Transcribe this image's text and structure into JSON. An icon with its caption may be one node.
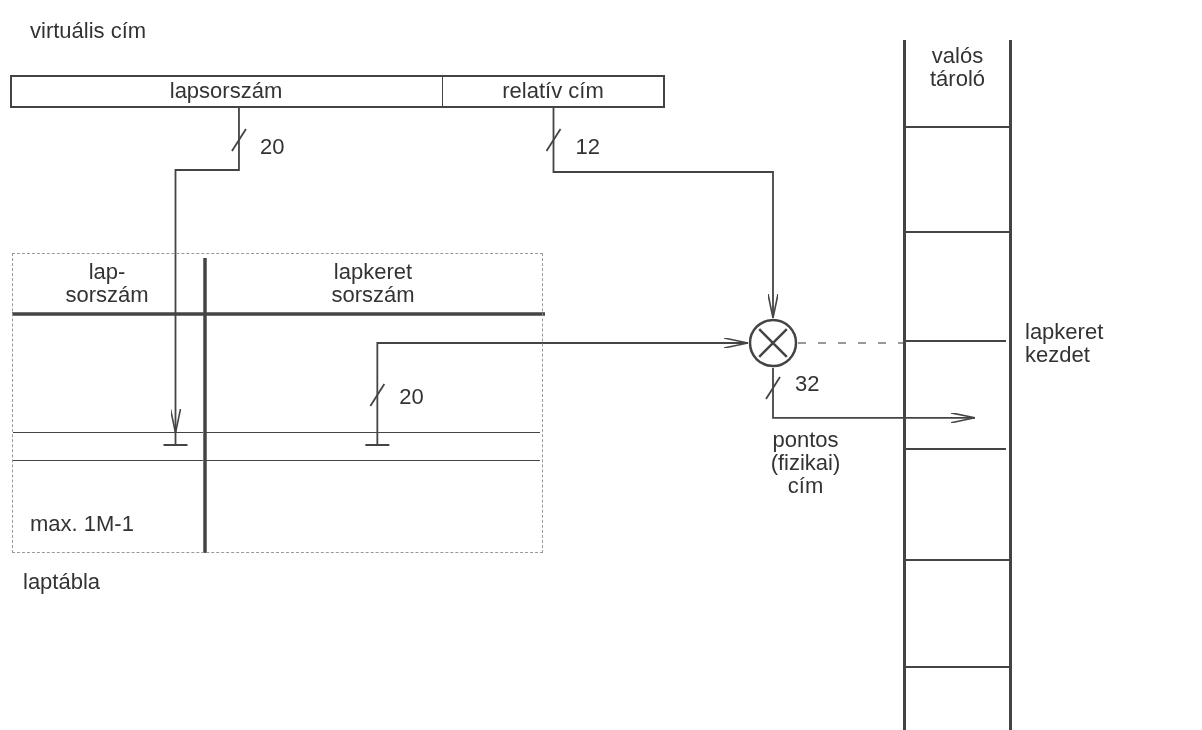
{
  "diagram": {
    "nodes": [
      {
        "text": [
          "virtuális cím"
        ]
      },
      {
        "text": [
          "lapsorszám"
        ],
        "in": 0
      },
      {
        "text": [
          "relatív cím"
        ],
        "in": 0
      },
      {
        "text": [
          "laptábla"
        ]
      },
      {
        "text": [
          "lap- sorszám"
        ],
        "in": 3
      },
      {
        "text": [
          "lapkeret sorszám"
        ],
        "in": 3
      },
      {
        "text": [],
        "shape": "bar",
        "in": 3
      },
      {
        "text": [],
        "shape": "bar",
        "in": 3
      },
      {
        "text": [],
        "shape": "circle"
      },
      {
        "text": [
          "valós tároló"
        ]
      },
      {
        "text": [],
        "shape": "box",
        "in": 9
      }
    ],
    "edges": [
      {
        "from": 1,
        "to": 6,
        "arrow": "to",
        "label": "20"
      },
      {
        "from": 2,
        "to": 8,
        "arrow": "to",
        "label": "12"
      },
      {
        "from": 7,
        "to": 8,
        "arrow": "to",
        "label": "20"
      },
      {
        "from": 8,
        "to": 10,
        "arrow": "to",
        "label": "32"
      },
      {
        "from": 8,
        "to": 9,
        "arrow": "none",
        "style": "dashed"
      }
    ],
    "labels": [
      "lapkeret kezdet",
      "pontos (fizikai) cím",
      "max. 1M-1"
    ]
  }
}
